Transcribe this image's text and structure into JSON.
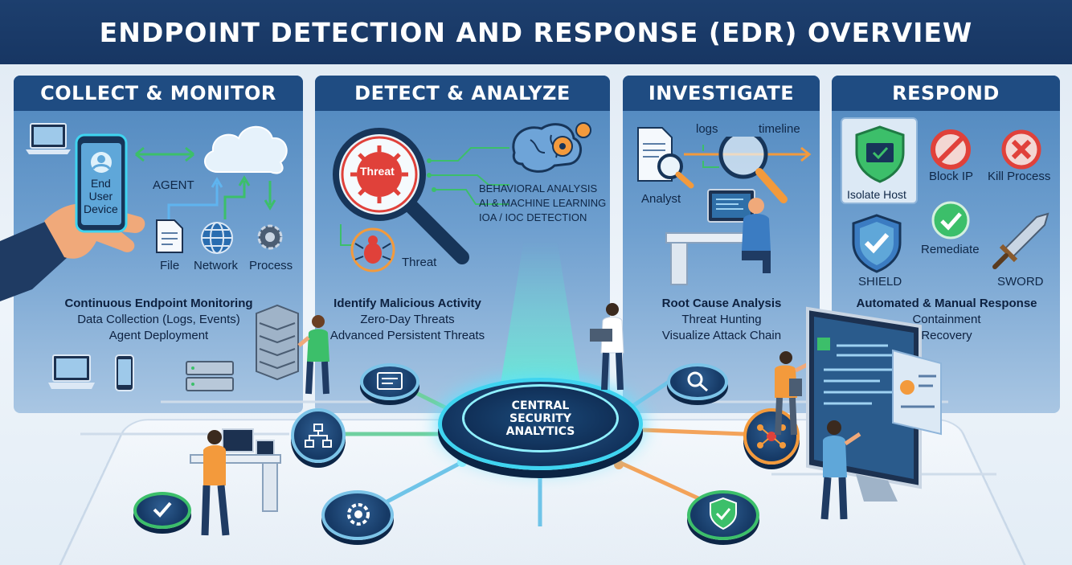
{
  "title": "ENDPOINT DETECTION AND RESPONSE (EDR) OVERVIEW",
  "panels": {
    "collect": {
      "heading": "COLLECT & MONITOR",
      "device_lines": [
        "End",
        "User",
        "Device"
      ],
      "agent": "AGENT",
      "file": "File",
      "network": "Network",
      "process": "Process",
      "caption": [
        "Continuous Endpoint Monitoring",
        "Data Collection (Logs, Events)",
        "Agent Deployment"
      ]
    },
    "detect": {
      "heading": "DETECT & ANALYZE",
      "threat_magnifier": "Threat",
      "behavioral": "BEHAVIORAL ANALYSIS",
      "ai_ml": "AI & MACHINE LEARNING",
      "ioa_ioc": "IOA / IOC DETECTION",
      "threat_bug": "Threat",
      "caption": [
        "Identify Malicious Activity",
        "Zero-Day Threats",
        "Advanced Persistent Threats"
      ]
    },
    "investigate": {
      "heading": "INVESTIGATE",
      "logs": "logs",
      "timeline": "timeline",
      "analyst": "Analyst",
      "caption": [
        "Root Cause Analysis",
        "Threat Hunting",
        "Visualize Attack Chain"
      ]
    },
    "respond": {
      "heading": "RESPOND",
      "isolate": "Isolate Host",
      "block_ip": "Block IP",
      "kill_process": "Kill Process",
      "remediate": "Remediate",
      "shield": "SHIELD",
      "sword": "SWORD",
      "caption": [
        "Automated & Manual Response",
        "Containment",
        "Recovery"
      ]
    }
  },
  "hub": {
    "lines": [
      "CENTRAL",
      "SECURITY",
      "ANALYTICS"
    ]
  },
  "colors": {
    "title_bg": "#1d3f6e",
    "panel_head": "#1f4c82",
    "hub_glow": "#3fd4f0",
    "threat_red": "#e0413a",
    "check_green": "#3cbf6a",
    "accent_orange": "#f39a3c"
  }
}
